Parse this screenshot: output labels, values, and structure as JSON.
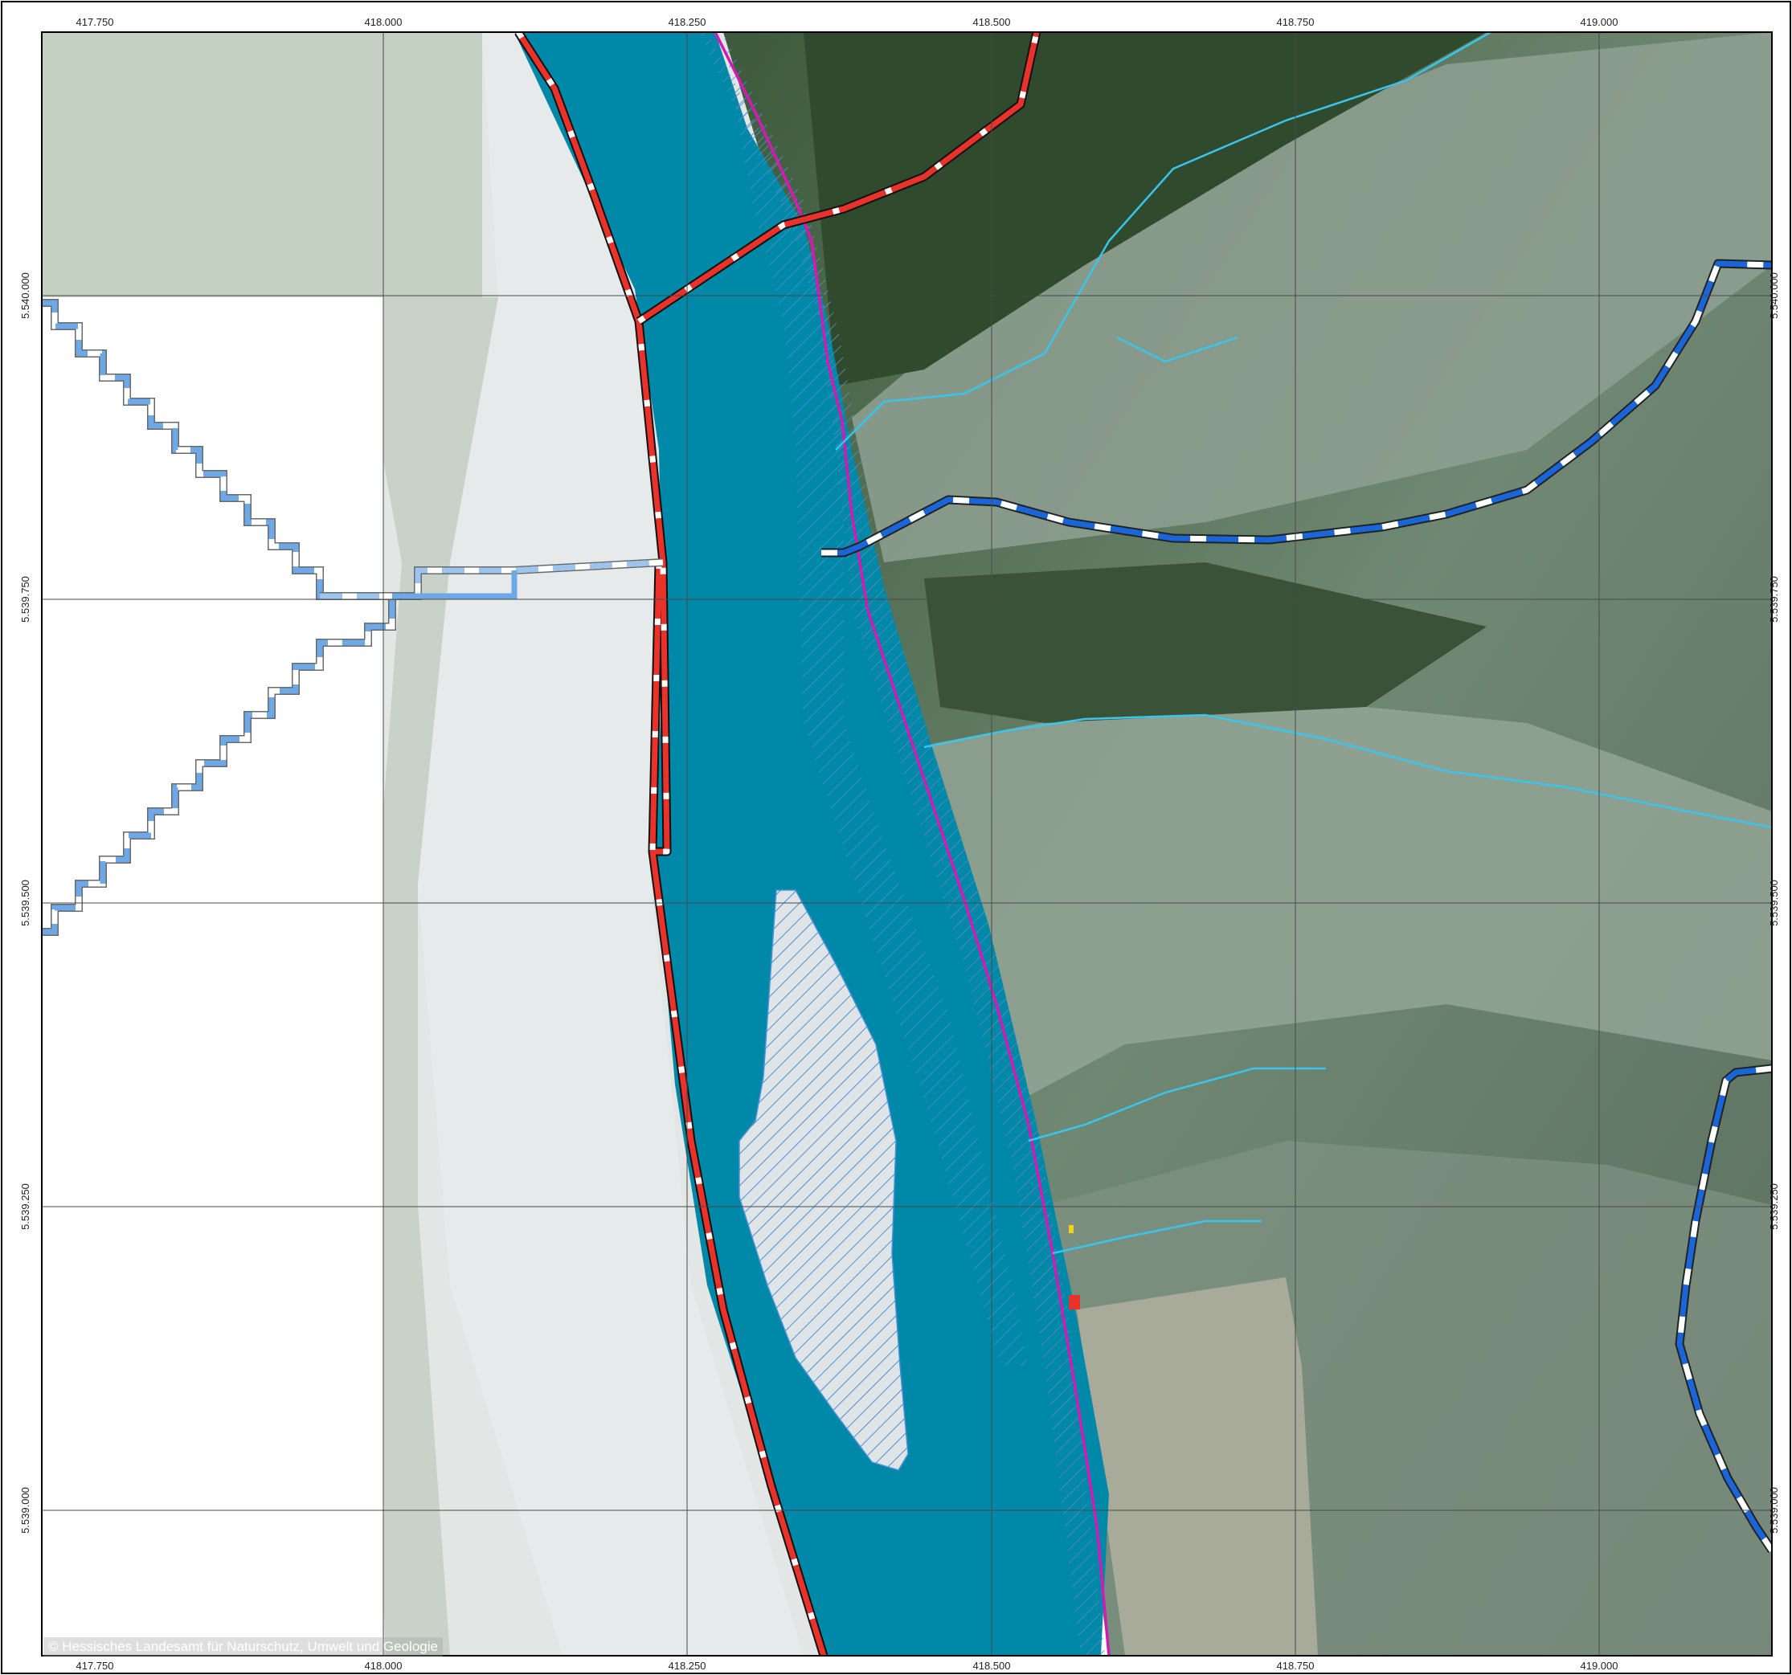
{
  "map": {
    "x_ticks": [
      "417.750",
      "418.000",
      "418.250",
      "418.500",
      "418.750",
      "419.000"
    ],
    "y_ticks": [
      "5.540.000",
      "5.539.750",
      "5.539.500",
      "5.539.250",
      "5.539.000"
    ],
    "copyright": "© Hessisches Landesamt für Naturschutz, Umwelt und Geologie",
    "colors": {
      "river": "#0088a8",
      "boundary_red": "#e8322a",
      "boundary_blue": "#1a66d9",
      "boundary_light_blue": "#6fa8e6",
      "shoreline_magenta": "#d21ab4",
      "hatch_blue": "#4a8fd8",
      "grid": "#4a4a4a"
    }
  }
}
